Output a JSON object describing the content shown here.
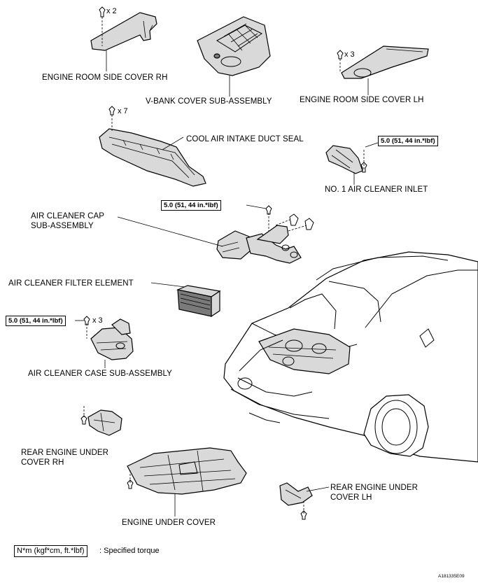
{
  "labels": {
    "engine_room_side_cover_rh": "ENGINE ROOM SIDE COVER RH",
    "v_bank_cover": "V-BANK COVER SUB-ASSEMBLY",
    "engine_room_side_cover_lh": "ENGINE ROOM SIDE COVER LH",
    "cool_air_intake_duct_seal": "COOL AIR INTAKE DUCT SEAL",
    "no1_air_cleaner_inlet": "NO. 1 AIR CLEANER INLET",
    "air_cleaner_cap_line1": "AIR CLEANER CAP",
    "air_cleaner_cap_line2": "SUB-ASSEMBLY",
    "air_cleaner_filter_element": "AIR CLEANER FILTER ELEMENT",
    "air_cleaner_case": "AIR CLEANER CASE SUB-ASSEMBLY",
    "rear_engine_under_cover_rh_line1": "REAR ENGINE UNDER",
    "rear_engine_under_cover_rh_line2": "COVER RH",
    "rear_engine_under_cover_lh_line1": "REAR ENGINE UNDER",
    "rear_engine_under_cover_lh_line2": "COVER LH",
    "engine_under_cover": "ENGINE UNDER COVER"
  },
  "quantities": {
    "side_cover_rh": "x 2",
    "side_cover_lh": "x 3",
    "duct_seal": "x 7",
    "case": "x 3"
  },
  "torque_specs": {
    "inlet": "5.0 (51, 44 in.*lbf)",
    "cap": "5.0 (51, 44 in.*lbf)",
    "case": "5.0 (51, 44 in.*lbf)"
  },
  "legend": {
    "box": "N*m (kgf*cm, ft.*lbf)",
    "text": ": Specified torque"
  },
  "figure_id": "A181335E09"
}
